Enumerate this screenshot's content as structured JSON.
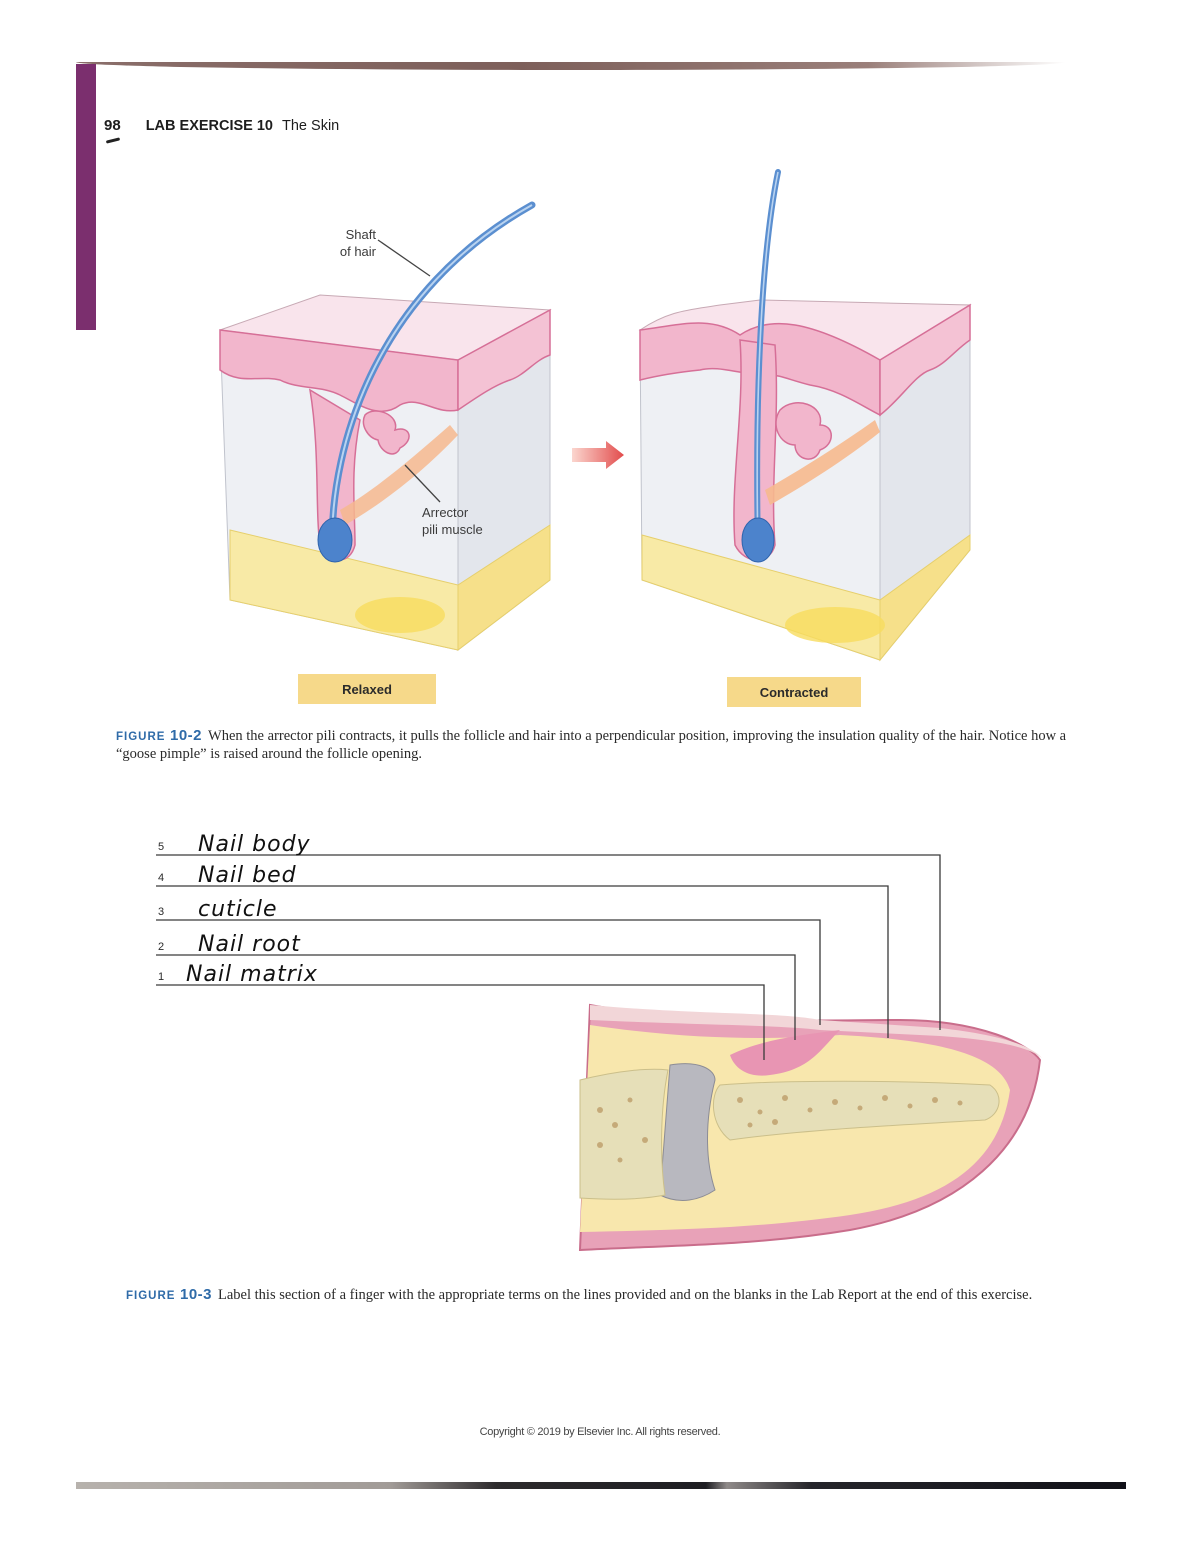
{
  "header": {
    "page_number": "98",
    "exercise": "LAB EXERCISE 10",
    "topic": "The Skin"
  },
  "figure_10_2": {
    "callouts": {
      "shaft_of_hair_line1": "Shaft",
      "shaft_of_hair_line2": "of hair",
      "arrector_line1": "Arrector",
      "arrector_line2": "pili muscle"
    },
    "states": {
      "left": "Relaxed",
      "right": "Contracted"
    },
    "caption": {
      "label_word": "FIGURE",
      "label_number": "10-2",
      "text": "When the arrector pili contracts, it pulls the follicle and hair into a perpendicular position, improving the insulation quality of the hair. Notice how a “goose pimple” is raised around the follicle opening."
    }
  },
  "figure_10_3": {
    "labels": [
      {
        "number": "5",
        "answer": "Nail body"
      },
      {
        "number": "4",
        "answer": "Nail bed"
      },
      {
        "number": "3",
        "answer": "cuticle"
      },
      {
        "number": "2",
        "answer": "Nail root"
      },
      {
        "number": "1",
        "answer": "Nail matrix"
      }
    ],
    "caption": {
      "label_word": "FIGURE",
      "label_number": "10-3",
      "text": "Label this section of a finger with the appropriate terms on the lines provided and on the blanks in the Lab Report at the end of this exercise."
    }
  },
  "footer": {
    "copyright": "Copyright © 2019 by Elsevier Inc. All rights reserved."
  },
  "colors": {
    "accent_tab": "#7b2f6e",
    "figure_label": "#2f6ba8",
    "state_badge": "#f6d98a",
    "skin_pink": "#f2b6cc",
    "fat_yellow": "#f8eaa6",
    "hair_blue": "#5b8fd0"
  }
}
